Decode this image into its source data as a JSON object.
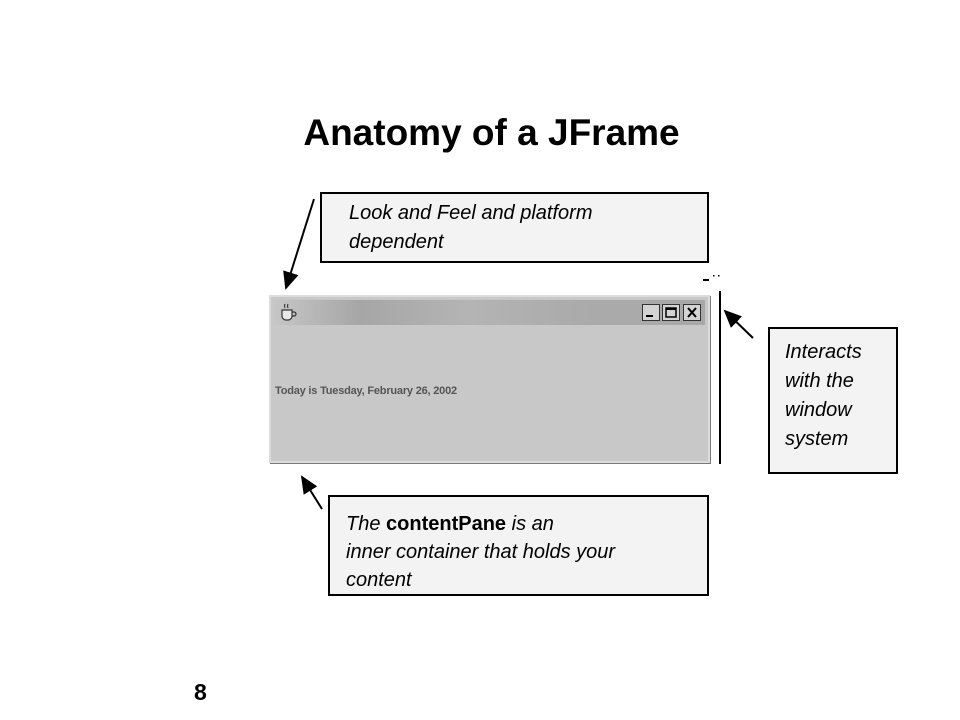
{
  "slide": {
    "title": "Anatomy of a JFrame",
    "page_number": "8"
  },
  "callouts": {
    "look_and_feel": {
      "line1": "Look and Feel and platform",
      "line2": "dependent"
    },
    "window_system": {
      "line1": "Interacts",
      "line2": "with the",
      "line3": "window",
      "line4": "system"
    },
    "content_pane": {
      "prefix": "The ",
      "bold": "contentPane",
      "suffix": " is an",
      "line2": "inner container that holds your",
      "line3": "content"
    }
  },
  "jframe": {
    "icon": "coffee-cup-icon",
    "buttons": {
      "minimize": "minimize-icon",
      "maximize": "maximize-icon",
      "close": "close-icon"
    },
    "content_text": "Today is Tuesday, February 26, 2002"
  },
  "colors": {
    "background": "#ffffff",
    "callout_fill": "#f3f3f3",
    "frame_gray": "#c8c8c8",
    "titlebar_gray": "#a8a8a8"
  }
}
